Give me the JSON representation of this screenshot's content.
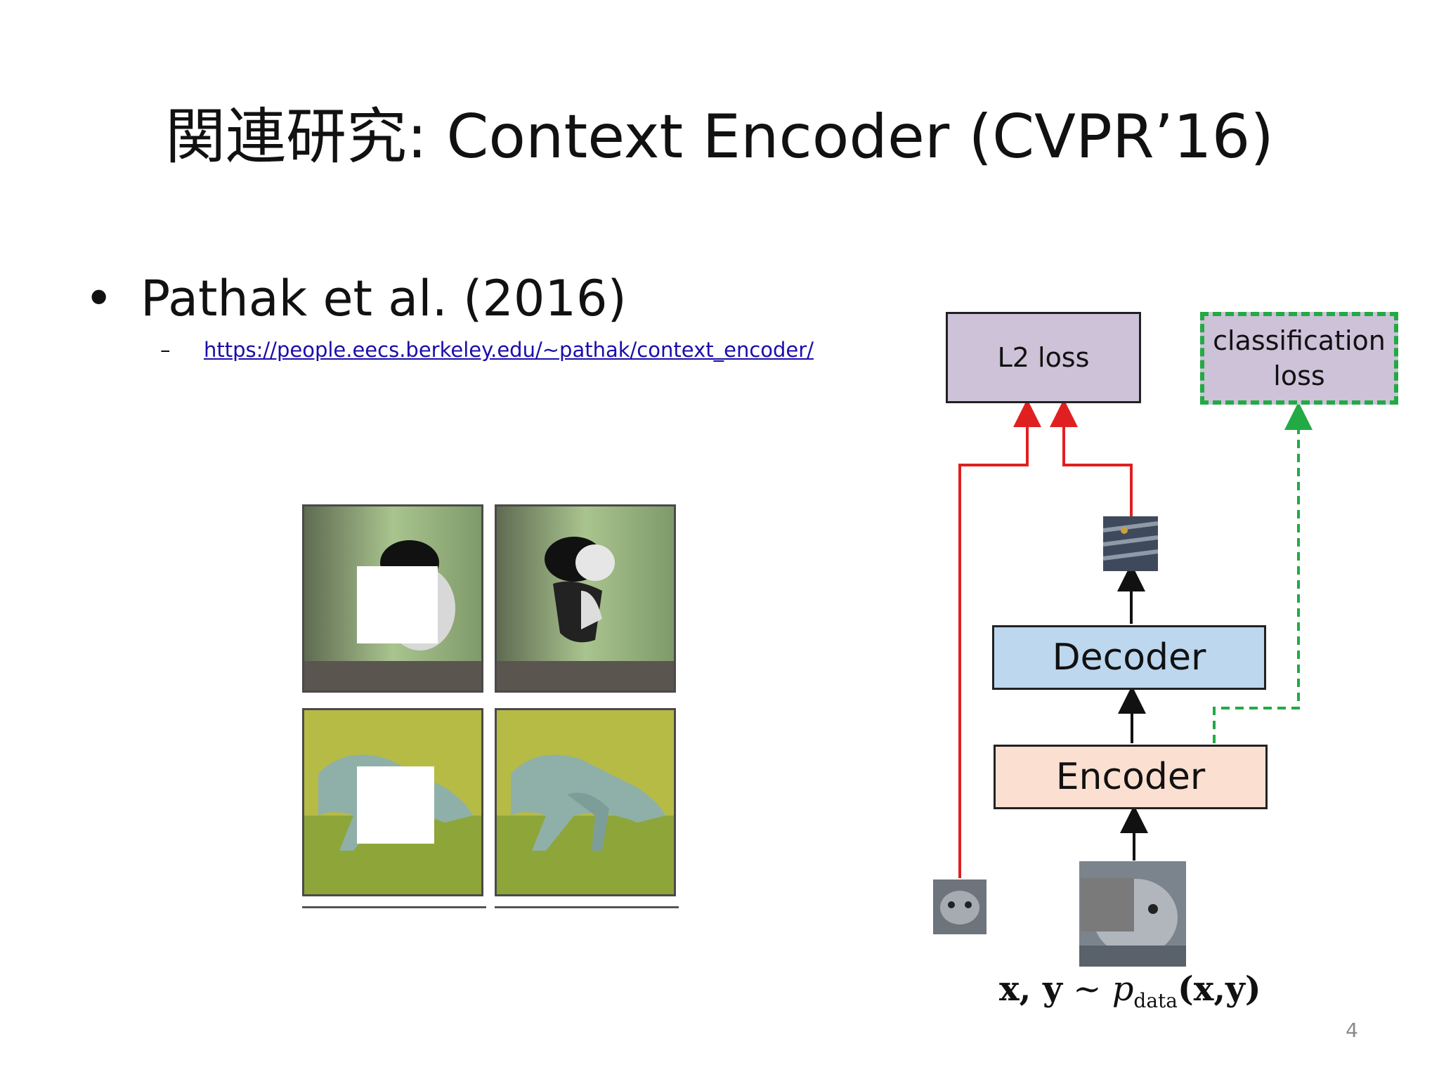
{
  "slide": {
    "title": "関連研究: Context Encoder (CVPR’16)",
    "bullet_marker": "•",
    "bullet_text": "Pathak et al. (2016)",
    "sub_marker": "–",
    "sub_link": "https://people.eecs.berkeley.edu/~pathak/context_encoder/",
    "page_number": "4"
  },
  "diagram": {
    "l2_loss_label": "L2 loss",
    "classification_loss_label": "classification loss",
    "decoder_label": "Decoder",
    "encoder_label": "Encoder",
    "formula_vars": "x, y",
    "formula_tilde": "~",
    "formula_p": "p",
    "formula_sub": "data",
    "formula_args": "(x,y)",
    "colors": {
      "l2_box": "#cdc2d8",
      "classification_box": "#cdc2d8",
      "classification_border": "#22aa44",
      "decoder_box": "#bcd7ee",
      "encoder_box": "#fbe0d2",
      "reconstruction_arrow": "#e02020",
      "feature_arrow": "#111111"
    }
  }
}
